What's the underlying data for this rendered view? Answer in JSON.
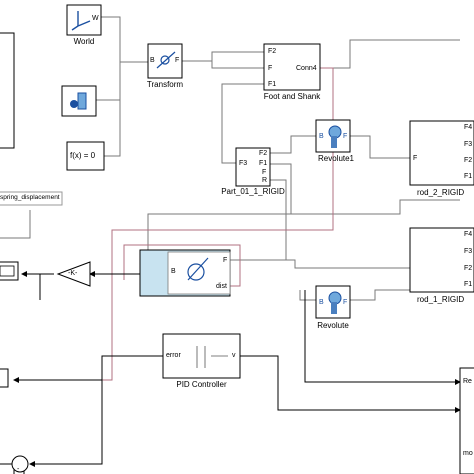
{
  "colors": {
    "wire": "#7a7a7a",
    "signal": "#000000",
    "physical": "#b07080",
    "highlight": "#c8e3f0",
    "accent": "#1a4fa0"
  },
  "blocks": {
    "world": {
      "name": "World",
      "ports": {
        "w": "W"
      }
    },
    "solver": {
      "name": "",
      "icon": "solver-configuration-icon"
    },
    "fx": {
      "label": "f(x) = 0"
    },
    "transform": {
      "name": "Transform",
      "ports": {
        "b": "B",
        "f": "F"
      }
    },
    "foot_shank": {
      "name": "Foot and Shank",
      "ports": {
        "f2": "F2",
        "f": "F",
        "f1": "F1",
        "conn4": "Conn4"
      }
    },
    "revolute1": {
      "name": "Revolute1",
      "ports": {
        "b": "B",
        "f": "F"
      }
    },
    "part01": {
      "name": "Part_01_1_RIGID",
      "ports": {
        "f3": "F3",
        "f2": "F2",
        "f1": "F1",
        "f": "F",
        "r": "R"
      }
    },
    "rod2": {
      "name": "rod_2_RIGID",
      "ports": {
        "f4": "F4",
        "f3": "F3",
        "f2": "F2",
        "f1": "F1",
        "f": "F"
      }
    },
    "spring": {
      "label": "spring_displacement"
    },
    "gain": {
      "label": "-K-"
    },
    "prismatic": {
      "ports": {
        "b": "B",
        "f": "F",
        "dist": "dist"
      }
    },
    "rod1": {
      "name": "rod_1_RIGID",
      "ports": {
        "f4": "F4",
        "f3": "F3",
        "f2": "F2",
        "f1": "F1"
      }
    },
    "revolute": {
      "name": "Revolute",
      "ports": {
        "b": "B",
        "f": "F"
      }
    },
    "pid": {
      "name": "PID Controller",
      "ports": {
        "in": "error",
        "out": "v"
      }
    },
    "motor": {
      "ports": {
        "re": "Re",
        "mo": "mo"
      }
    },
    "sum": {
      "sign": "-"
    }
  }
}
